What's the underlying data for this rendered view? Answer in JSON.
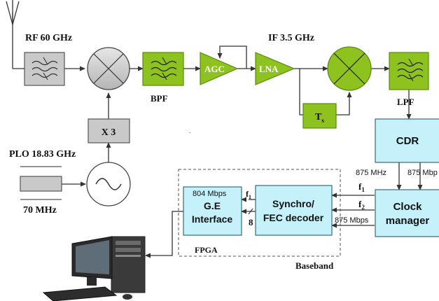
{
  "labels": {
    "rf": "RF 60 GHz",
    "if": "IF 3.5 GHz",
    "bpf": "BPF",
    "lpf": "LPF",
    "plo": "PLO 18.83 GHz",
    "ref_freq": "70 MHz",
    "fpga": "FPGA",
    "baseband": "Baseband",
    "rate_804": "804 Mbps",
    "rate_875_mbps": "875 Mbps",
    "rate_875_mhz": "875 MHz",
    "rate_875_mbp_cut": "875 Mbp",
    "f1": "f",
    "f1_sub": "1",
    "f2": "f",
    "f2_sub": "2",
    "f1_small": "f",
    "f1_small_sub": "1",
    "bus_width": "8"
  },
  "blocks": {
    "agc": "AGC",
    "lna": "LNA",
    "ts": "T",
    "ts_sub": "s",
    "multiplier": "X 3",
    "cdr": "CDR",
    "clock_line1": "Clock",
    "clock_line2": "manager",
    "sync_line1": "Synchro/",
    "sync_line2": "FEC decoder",
    "ge_line1": "G.E",
    "ge_line2": "Interface"
  },
  "colors": {
    "green": "#8dc21f",
    "green_dark": "#5a8a12",
    "cyan": "#c5f1fa",
    "cyan_border": "#3a6b78",
    "gray": "#c9c9c9"
  }
}
